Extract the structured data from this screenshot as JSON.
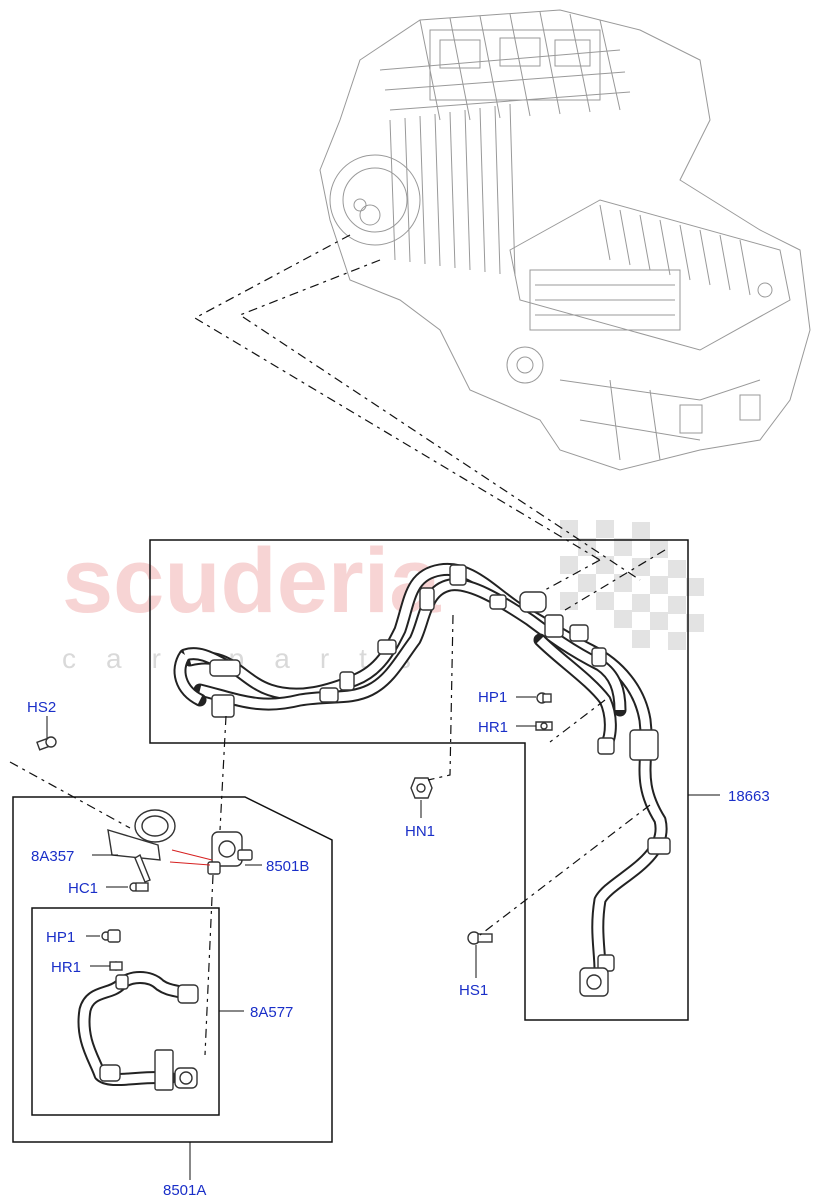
{
  "watermark": {
    "brand": "scuderia",
    "sub": "car parts"
  },
  "callouts": {
    "hs2": "HS2",
    "a8a357": "8A357",
    "hc1": "HC1",
    "b8501": "8501B",
    "hp1_lower": "HP1",
    "hr1_lower": "HR1",
    "a8a577": "8A577",
    "a8501": "8501A",
    "hp1_upper": "HP1",
    "hr1_upper": "HR1",
    "hn1": "HN1",
    "hs1": "HS1",
    "p18663": "18663"
  },
  "colors": {
    "label": "#1a2fc8",
    "watermark": "#f2b8b8",
    "leader_red": "#d62020"
  }
}
